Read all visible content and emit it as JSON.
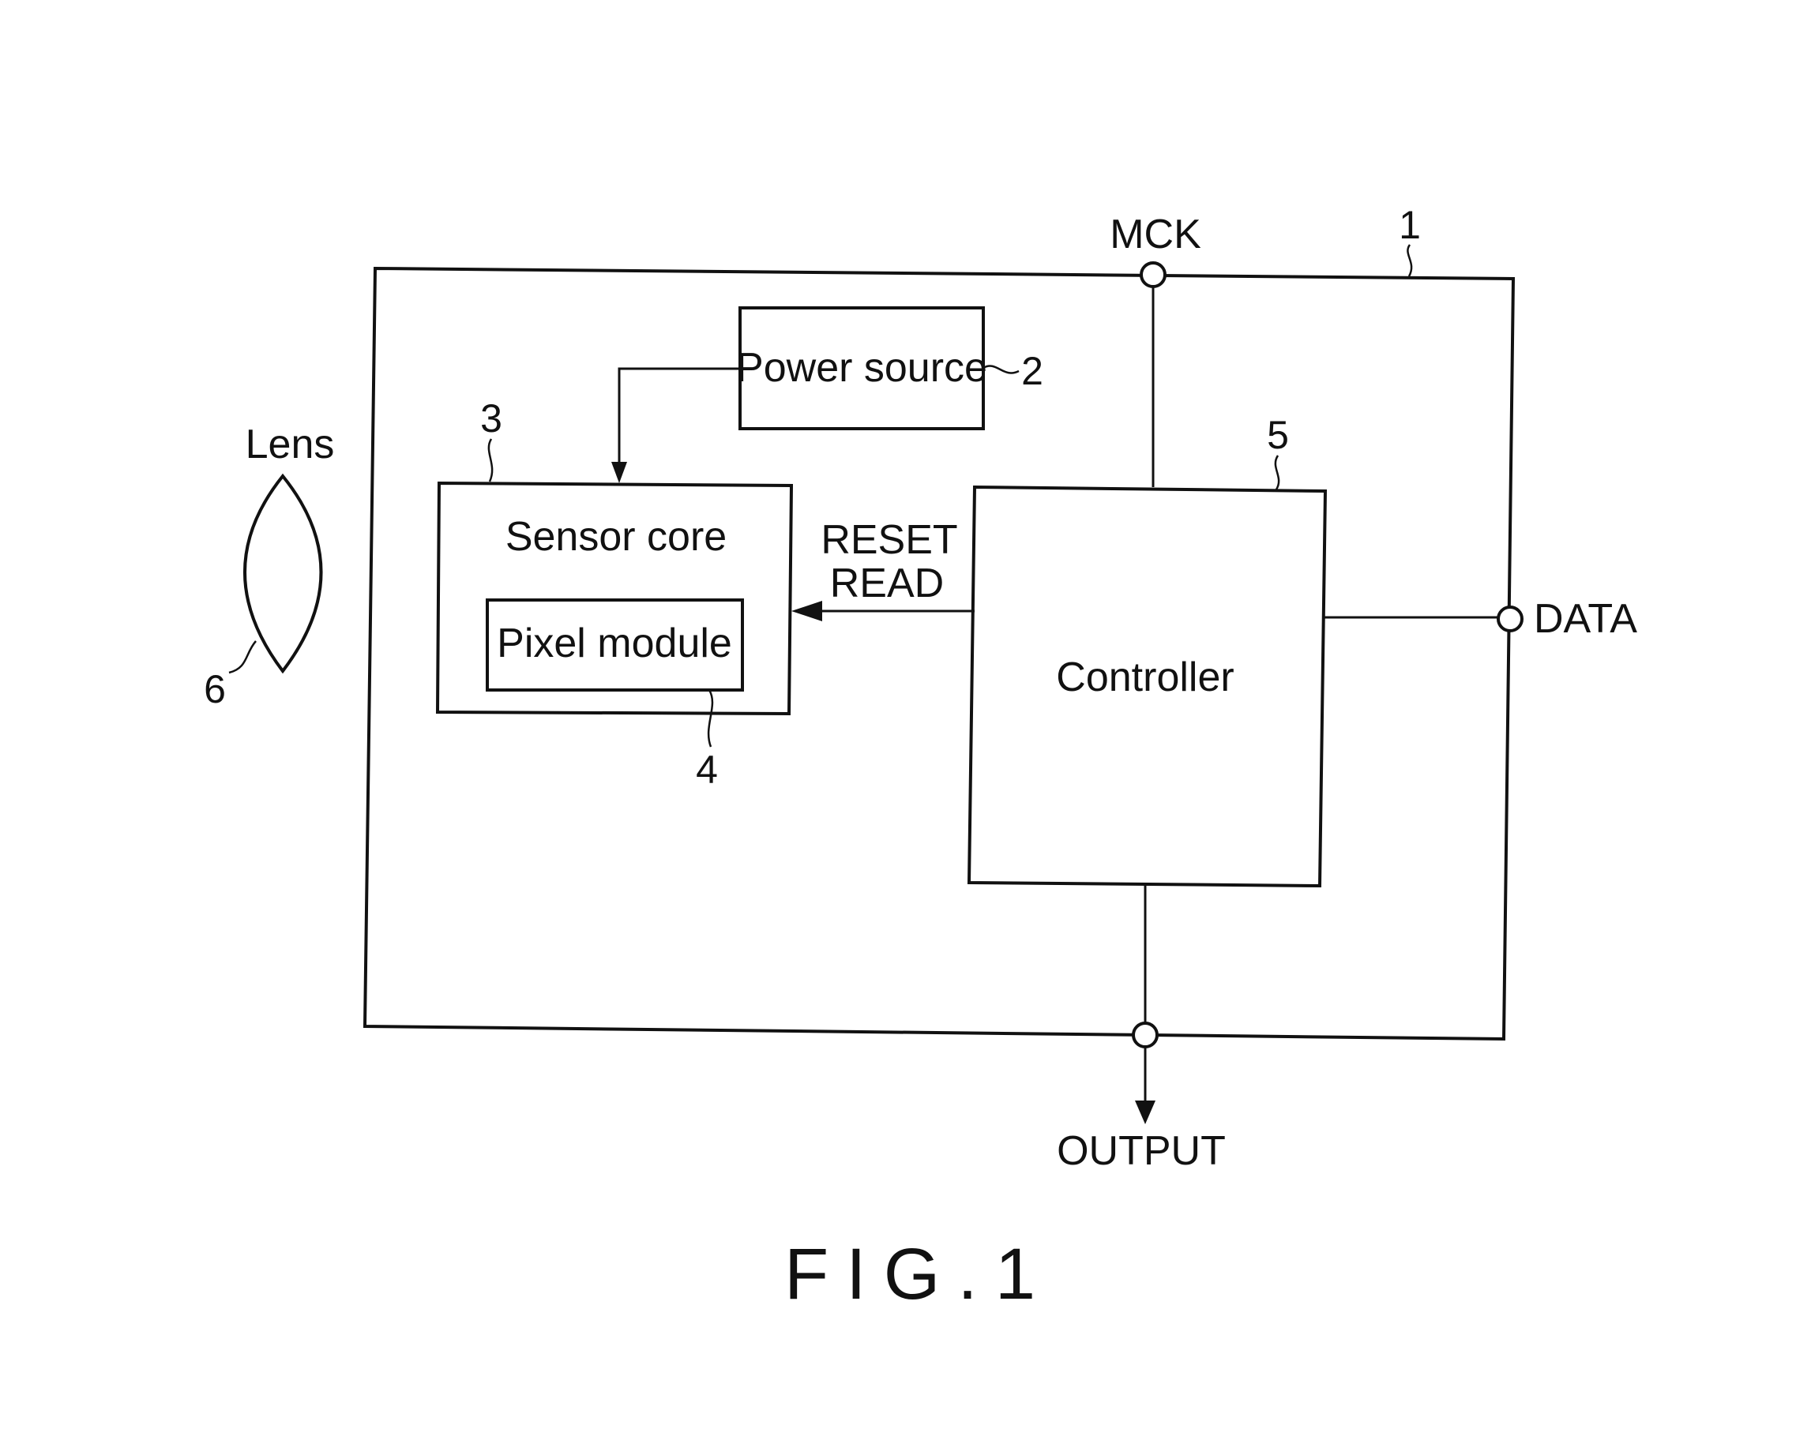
{
  "diagram": {
    "blocks": {
      "device": {
        "ref": "1"
      },
      "power_source": {
        "label": "Power source",
        "ref": "2"
      },
      "sensor_core": {
        "label": "Sensor core",
        "ref": "3"
      },
      "pixel_module": {
        "label": "Pixel module",
        "ref": "4"
      },
      "controller": {
        "label": "Controller",
        "ref": "5"
      },
      "lens": {
        "label": "Lens",
        "ref": "6"
      }
    },
    "signals": {
      "mck": "MCK",
      "data": "DATA",
      "output": "OUTPUT",
      "reset": "RESET",
      "read": "READ"
    },
    "connections": [
      {
        "from": "power_source",
        "to": "sensor_core",
        "arrow": "to"
      },
      {
        "from": "controller",
        "to": "sensor_core",
        "arrow": "to",
        "signals": [
          "RESET",
          "READ"
        ]
      },
      {
        "from": "MCK",
        "to": "controller",
        "arrow": "none"
      },
      {
        "from": "controller",
        "to": "DATA",
        "arrow": "none"
      },
      {
        "from": "controller",
        "to": "OUTPUT",
        "arrow": "to"
      }
    ],
    "caption": "FIG.1"
  }
}
